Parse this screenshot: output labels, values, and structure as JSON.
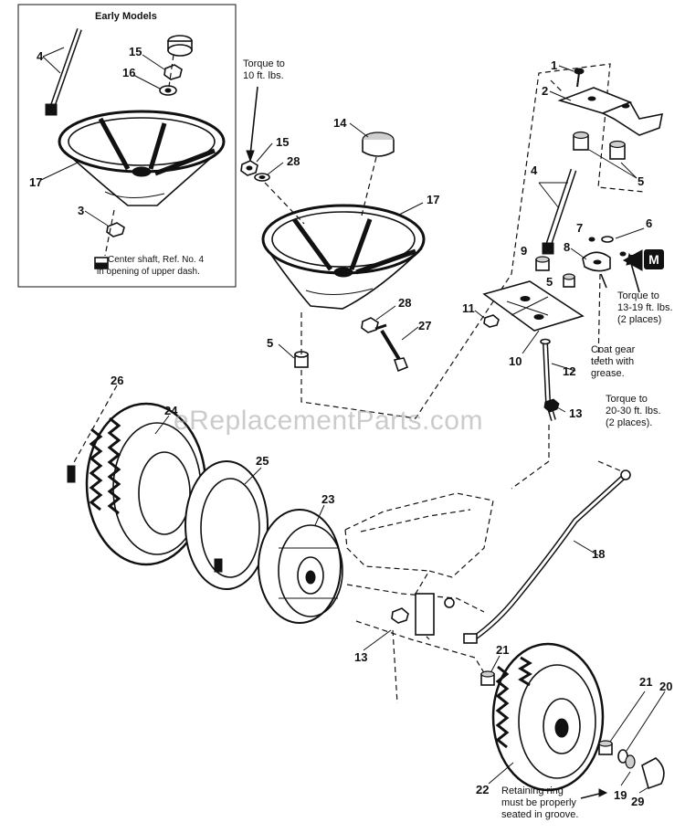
{
  "inset": {
    "title": "Early Models",
    "note_lines": [
      "Center shaft, Ref. No. 4",
      "in opening of upper dash."
    ]
  },
  "watermark": "eReplacementParts.com",
  "badge": "M",
  "callouts": {
    "c1": "1",
    "c2": "2",
    "c3_inset": "3",
    "c4_inset": "4",
    "c4": "4",
    "c5_a": "5",
    "c5_b": "5",
    "c5_c": "5",
    "c6": "6",
    "c7_a": "7",
    "c7_b": "7",
    "c8": "8",
    "c9": "9",
    "c10": "10",
    "c11": "11",
    "c12": "12",
    "c13_a": "13",
    "c13_b": "13",
    "c14": "14",
    "c15_inset": "15",
    "c15": "15",
    "c16": "16",
    "c17_inset": "17",
    "c17": "17",
    "c18": "18",
    "c19": "19",
    "c20": "20",
    "c21_a": "21",
    "c21_b": "21",
    "c22": "22",
    "c23": "23",
    "c24": "24",
    "c25": "25",
    "c26": "26",
    "c27": "27",
    "c28_a": "28",
    "c28_b": "28",
    "c29": "29"
  },
  "notes": {
    "torque_10": [
      "Torque to",
      "10 ft. lbs."
    ],
    "torque_13_19": [
      "Torque to",
      "13-19 ft. lbs.",
      "(2 places)"
    ],
    "coat_gear": [
      "Coat gear",
      "teeth with",
      "grease."
    ],
    "torque_20_30": [
      "Torque to",
      "20-30 ft. lbs.",
      "(2 places)."
    ],
    "retaining_ring": [
      "Retaining ring",
      "must be properly",
      "seated in groove."
    ]
  }
}
